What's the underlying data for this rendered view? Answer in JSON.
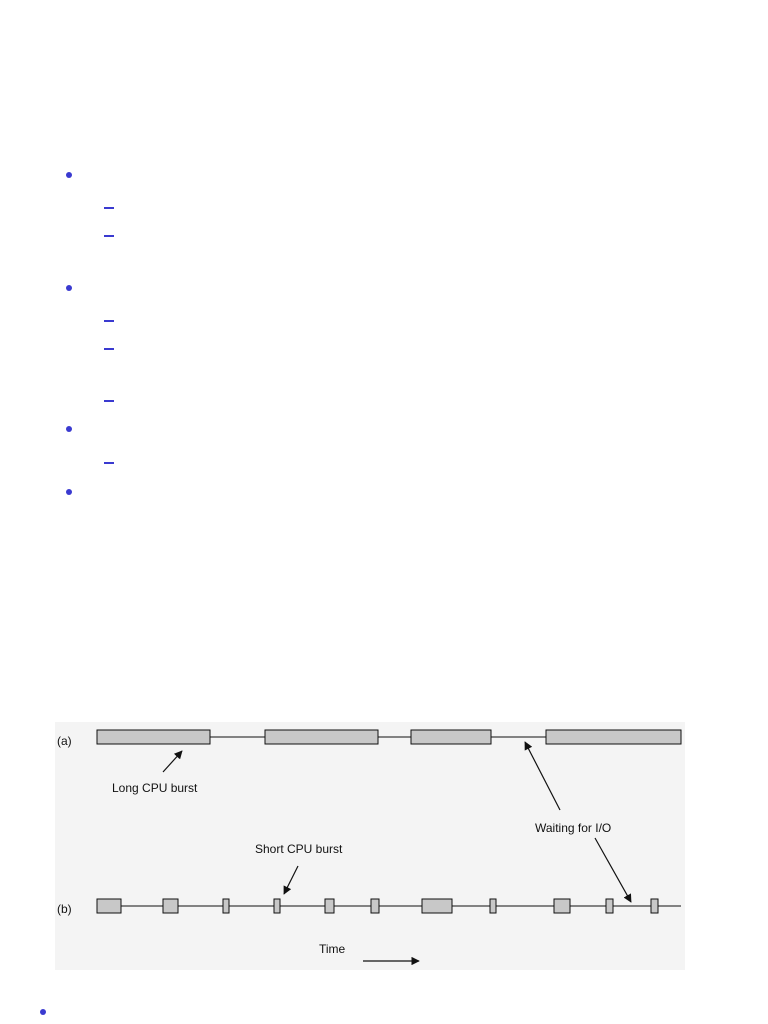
{
  "bullets": [
    {
      "text": "",
      "sub": [
        "",
        ""
      ]
    },
    {
      "text": "",
      "sub": [
        "",
        "",
        ""
      ]
    },
    {
      "text": "",
      "sub": [
        ""
      ]
    },
    {
      "text": "",
      "sub": []
    }
  ],
  "figure": {
    "row_labels": {
      "a": "(a)",
      "b": "(b)"
    },
    "annotations": {
      "long_burst": "Long CPU burst",
      "short_burst": "Short CPU burst",
      "waiting_io": "Waiting for I/O",
      "time": "Time"
    },
    "colors": {
      "burst_fill": "#c8c8c8",
      "figure_bg": "#f4f4f4",
      "bullet": "#3a3ad0"
    }
  },
  "footer_bullet": {
    "text": ""
  }
}
